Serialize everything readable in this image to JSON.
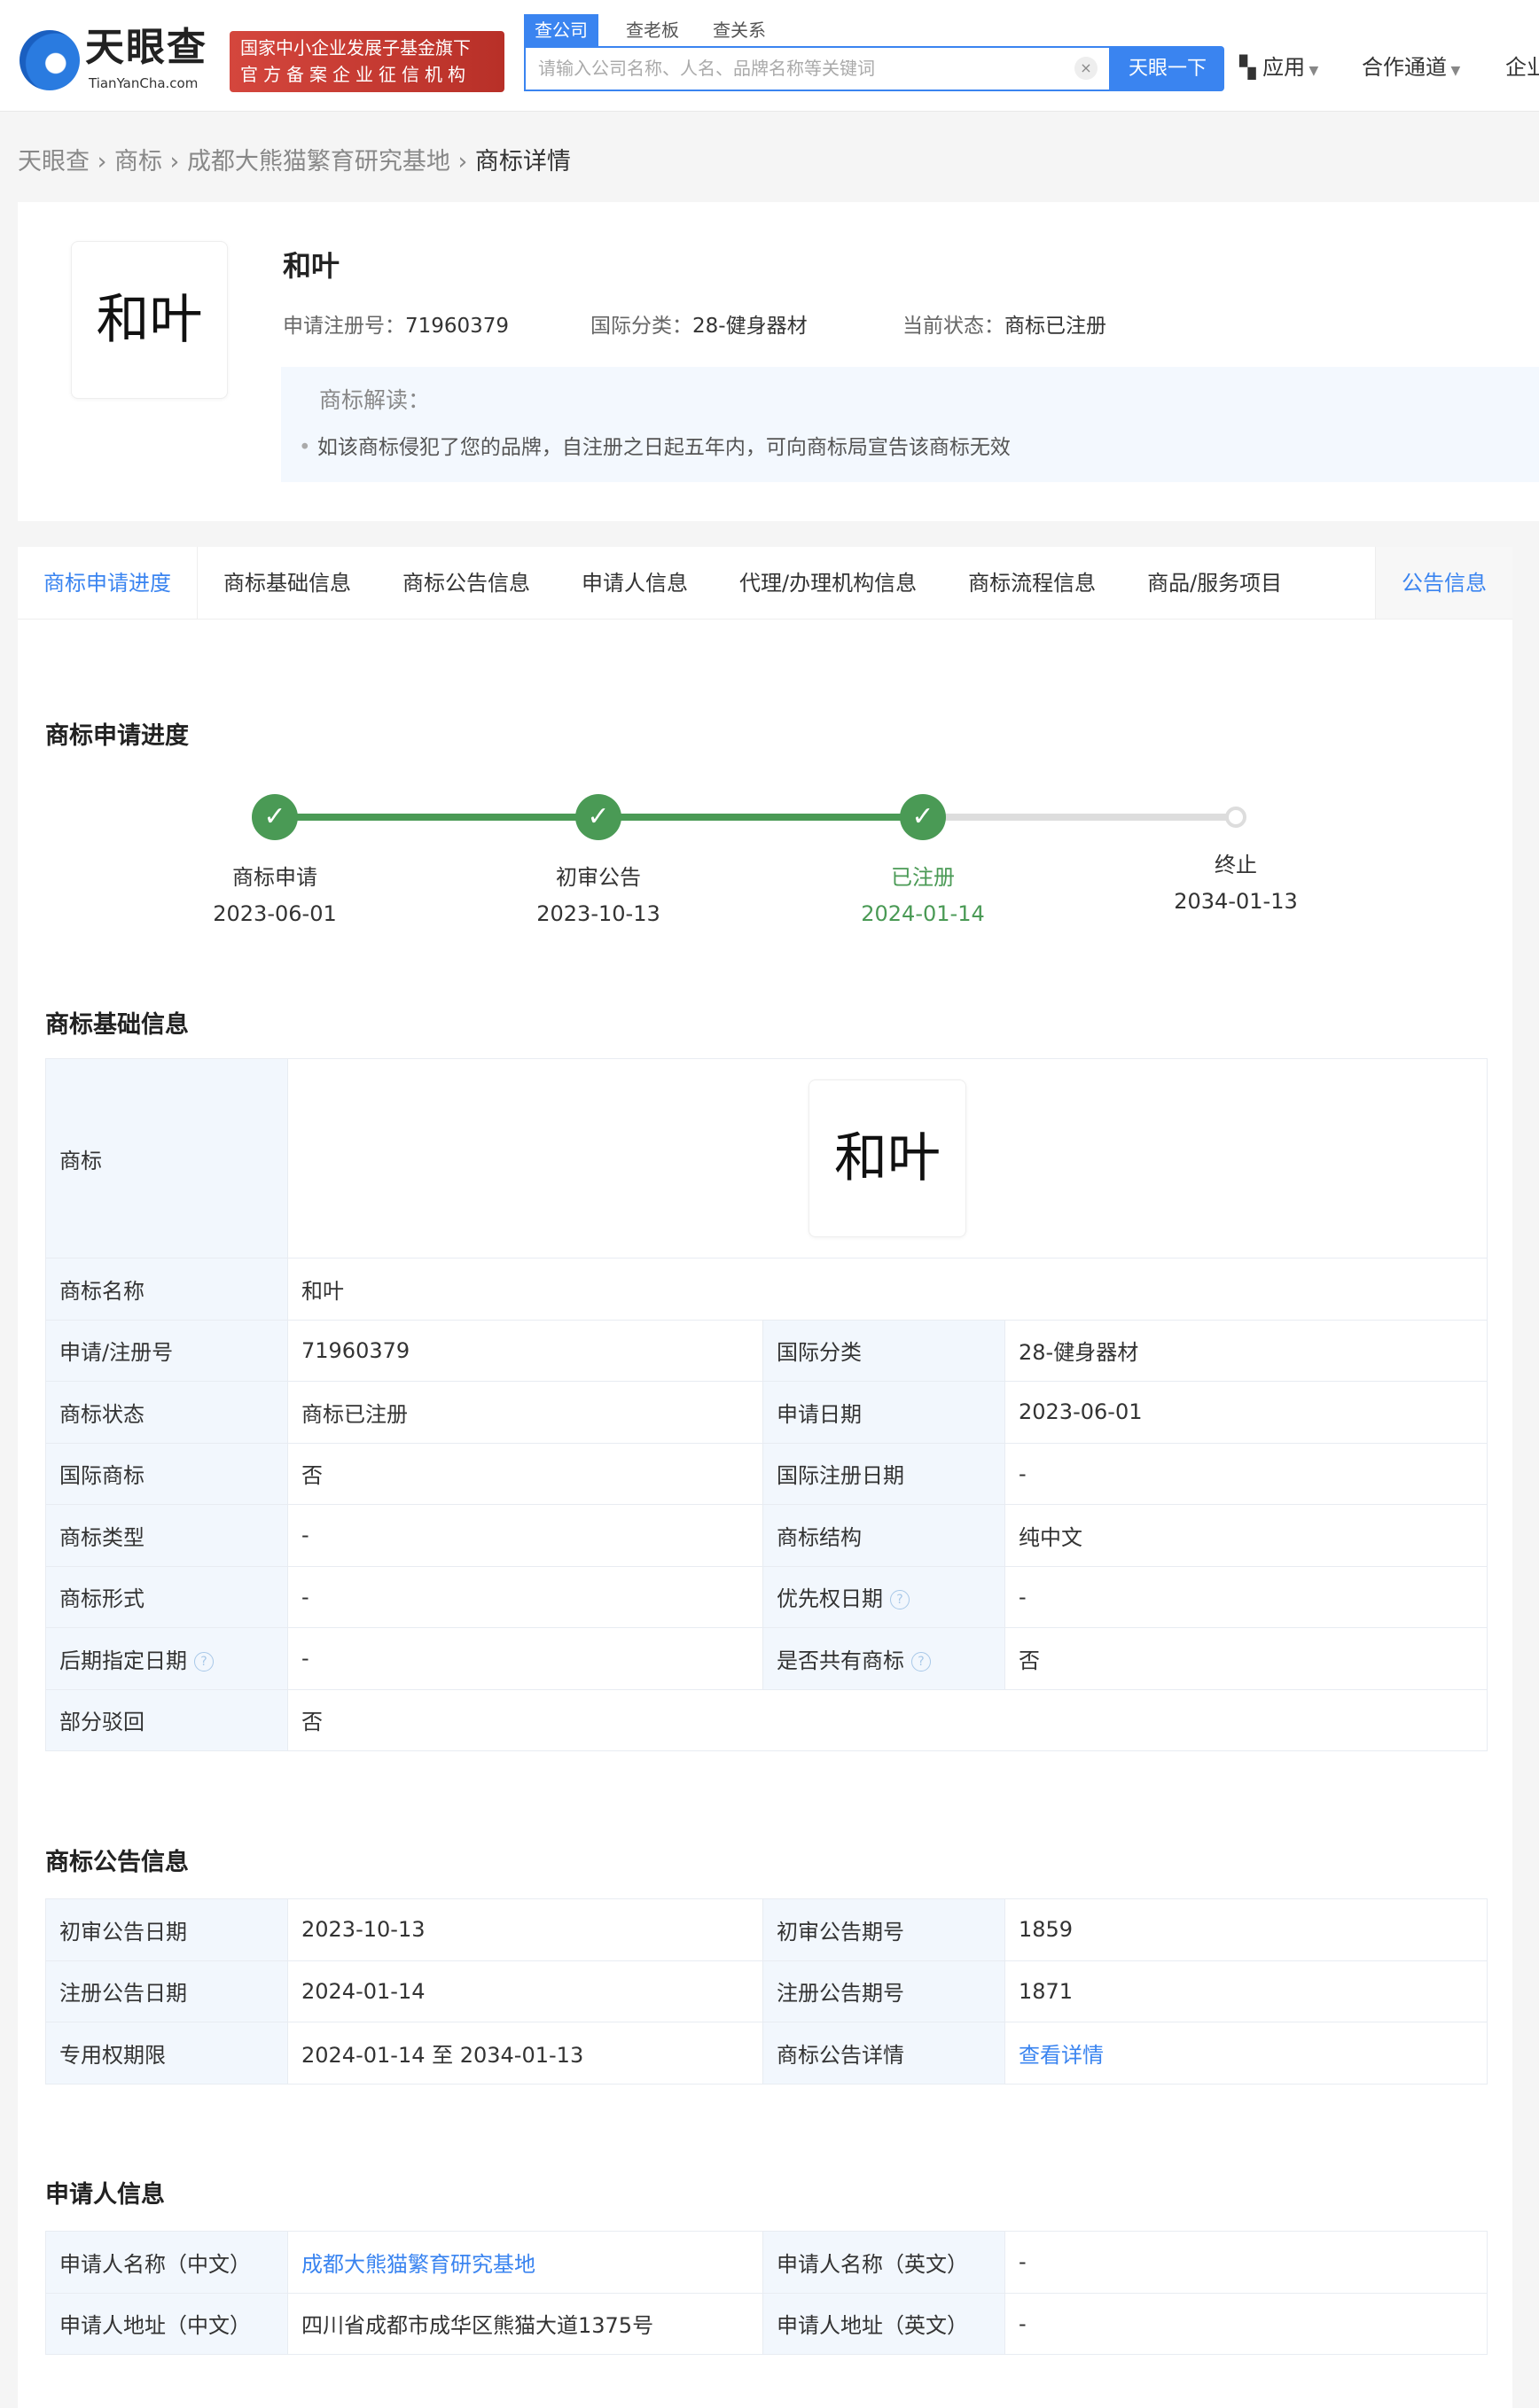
{
  "header": {
    "logo_text": "天眼查",
    "logo_sub": "TianYanCha.com",
    "badge_line1": "国家中小企业发展子基金旗下",
    "badge_line2": "官方备案企业征信机构",
    "search_tabs": [
      "查公司",
      "查老板",
      "查关系"
    ],
    "search_placeholder": "请输入公司名称、人名、品牌名称等关键词",
    "search_button": "天眼一下",
    "nav": [
      "应用",
      "合作通道",
      "企业"
    ]
  },
  "breadcrumb": [
    "天眼查",
    "商标",
    "成都大熊猫繁育研究基地",
    "商标详情"
  ],
  "summary": {
    "logo": "和叶",
    "title": "和叶",
    "reg_label": "申请注册号：",
    "reg": "71960379",
    "class_label": "国际分类：",
    "class": "28-健身器材",
    "status_label": "当前状态：",
    "status": "商标已注册",
    "notice_title": "商标解读：",
    "notice_text": "如该商标侵犯了您的品牌，自注册之日起五年内，可向商标局宣告该商标无效"
  },
  "tabs": [
    "商标申请进度",
    "商标基础信息",
    "商标公告信息",
    "申请人信息",
    "代理/办理机构信息",
    "商标流程信息",
    "商品/服务项目",
    "公告信息"
  ],
  "progress": {
    "title": "商标申请进度",
    "steps": [
      {
        "label": "商标申请",
        "date": "2023-06-01",
        "done": true
      },
      {
        "label": "初审公告",
        "date": "2023-10-13",
        "done": true
      },
      {
        "label": "已注册",
        "date": "2024-01-14",
        "done": true,
        "current": true
      },
      {
        "label": "终止",
        "date": "2034-01-13",
        "done": false
      }
    ],
    "colors": {
      "done": "#4a9a55",
      "pending": "#dddddd"
    }
  },
  "basic": {
    "title": "商标基础信息",
    "logo_label": "商标",
    "logo": "和叶",
    "rows": [
      [
        {
          "k": "商标名称",
          "v": "和叶"
        }
      ],
      [
        {
          "k": "申请/注册号",
          "v": "71960379"
        },
        {
          "k": "国际分类",
          "v": "28-健身器材"
        }
      ],
      [
        {
          "k": "商标状态",
          "v": "商标已注册"
        },
        {
          "k": "申请日期",
          "v": "2023-06-01"
        }
      ],
      [
        {
          "k": "国际商标",
          "v": "否"
        },
        {
          "k": "国际注册日期",
          "v": "-"
        }
      ],
      [
        {
          "k": "商标类型",
          "v": "-"
        },
        {
          "k": "商标结构",
          "v": "纯中文"
        }
      ],
      [
        {
          "k": "商标形式",
          "v": "-"
        },
        {
          "k": "优先权日期",
          "v": "-",
          "help": true
        }
      ],
      [
        {
          "k": "后期指定日期",
          "v": "-",
          "help": true
        },
        {
          "k": "是否共有商标",
          "v": "否",
          "help": true
        }
      ],
      [
        {
          "k": "部分驳回",
          "v": "否"
        }
      ]
    ]
  },
  "announce": {
    "title": "商标公告信息",
    "rows": [
      [
        {
          "k": "初审公告日期",
          "v": "2023-10-13"
        },
        {
          "k": "初审公告期号",
          "v": "1859"
        }
      ],
      [
        {
          "k": "注册公告日期",
          "v": "2024-01-14"
        },
        {
          "k": "注册公告期号",
          "v": "1871"
        }
      ],
      [
        {
          "k": "专用权期限",
          "v": "2024-01-14  至 2034-01-13"
        },
        {
          "k": "商标公告详情",
          "v": "查看详情",
          "link": true
        }
      ]
    ]
  },
  "applicant": {
    "title": "申请人信息",
    "rows": [
      [
        {
          "k": "申请人名称（中文）",
          "v": "成都大熊猫繁育研究基地",
          "link": true
        },
        {
          "k": "申请人名称（英文）",
          "v": "-"
        }
      ],
      [
        {
          "k": "申请人地址（中文）",
          "v": "四川省成都市成华区熊猫大道1375号"
        },
        {
          "k": "申请人地址（英文）",
          "v": "-"
        }
      ]
    ]
  }
}
